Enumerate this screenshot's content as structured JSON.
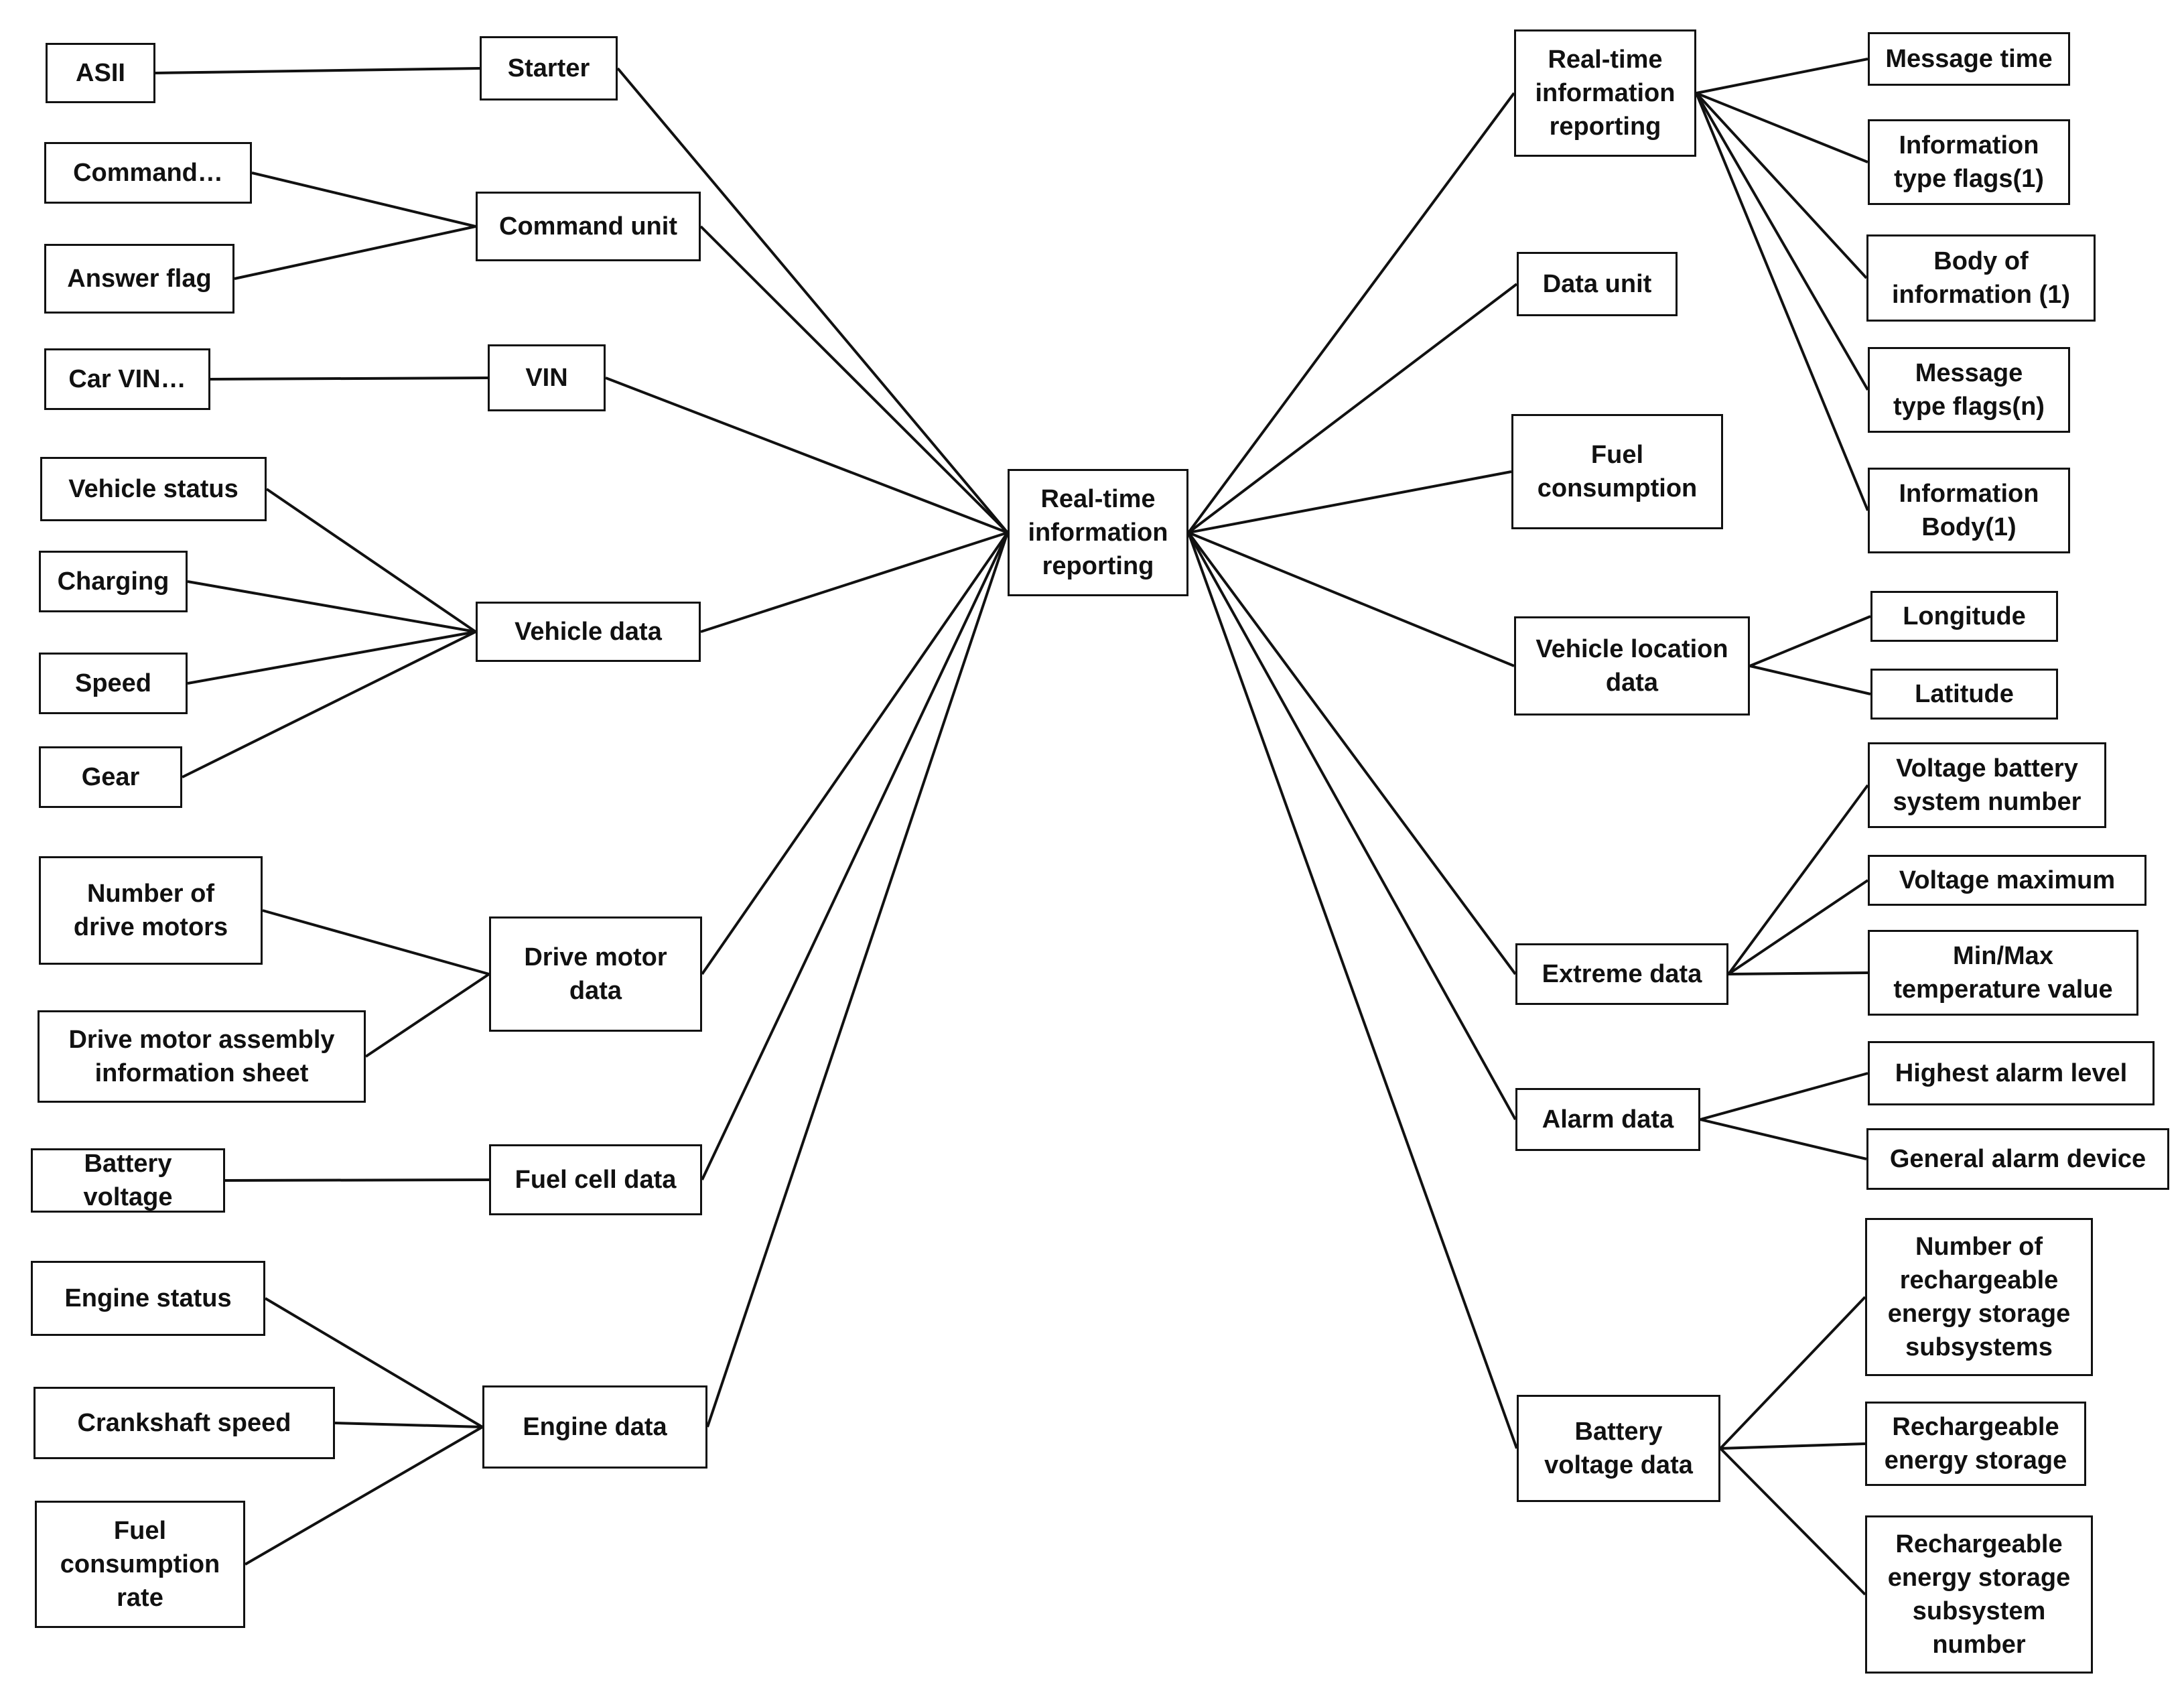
{
  "nodes": {
    "center": "Real-time\ninformation\nreporting",
    "starter": "Starter",
    "asii": "ASII",
    "command_unit": "Command unit",
    "command": "Command…",
    "answer_flag": "Answer flag",
    "vin": "VIN",
    "car_vin": "Car VIN…",
    "vehicle_data": "Vehicle data",
    "vehicle_status": "Vehicle status",
    "charging": "Charging",
    "speed": "Speed",
    "gear": "Gear",
    "drive_motor_data": "Drive motor\ndata",
    "num_drive_motors": "Number of\ndrive motors",
    "drive_motor_assembly": "Drive motor assembly\ninformation sheet",
    "fuel_cell_data": "Fuel cell data",
    "battery_voltage": "Battery voltage",
    "engine_data": "Engine data",
    "engine_status": "Engine status",
    "crankshaft_speed": "Crankshaft speed",
    "fuel_consumption_rate": "Fuel\nconsumption\nrate",
    "rt_info_reporting": "Real-time\ninformation\nreporting",
    "message_time": "Message time",
    "info_type_flags": "Information\ntype flags(1)",
    "body_of_info": "Body of\ninformation (1)",
    "message_type_flags": "Message\ntype flags(n)",
    "info_body": "Information\nBody(1)",
    "data_unit": "Data unit",
    "fuel_consumption": "Fuel\nconsumption",
    "vehicle_location": "Vehicle location\ndata",
    "longitude": "Longitude",
    "latitude": "Latitude",
    "extreme_data": "Extreme data",
    "voltage_battery_sys_num": "Voltage battery\nsystem number",
    "voltage_maximum": "Voltage maximum",
    "min_max_temp": "Min/Max\ntemperature value",
    "alarm_data": "Alarm data",
    "highest_alarm": "Highest alarm level",
    "general_alarm": "General alarm device",
    "battery_voltage_data": "Battery\nvoltage data",
    "num_ress": "Number of\nrechargeable\nenergy storage\nsubsystems",
    "ress": "Rechargeable\nenergy storage",
    "ress_num": "Rechargeable\nenergy storage\nsubsystem\nnumber"
  },
  "edges": [
    [
      "center",
      "starter"
    ],
    [
      "center",
      "command_unit"
    ],
    [
      "center",
      "vin"
    ],
    [
      "center",
      "vehicle_data"
    ],
    [
      "center",
      "drive_motor_data"
    ],
    [
      "center",
      "fuel_cell_data"
    ],
    [
      "center",
      "engine_data"
    ],
    [
      "center",
      "rt_info_reporting"
    ],
    [
      "center",
      "data_unit"
    ],
    [
      "center",
      "fuel_consumption"
    ],
    [
      "center",
      "vehicle_location"
    ],
    [
      "center",
      "extreme_data"
    ],
    [
      "center",
      "alarm_data"
    ],
    [
      "center",
      "battery_voltage_data"
    ],
    [
      "starter",
      "asii"
    ],
    [
      "command_unit",
      "command"
    ],
    [
      "command_unit",
      "answer_flag"
    ],
    [
      "vin",
      "car_vin"
    ],
    [
      "vehicle_data",
      "vehicle_status"
    ],
    [
      "vehicle_data",
      "charging"
    ],
    [
      "vehicle_data",
      "speed"
    ],
    [
      "vehicle_data",
      "gear"
    ],
    [
      "drive_motor_data",
      "num_drive_motors"
    ],
    [
      "drive_motor_data",
      "drive_motor_assembly"
    ],
    [
      "fuel_cell_data",
      "battery_voltage"
    ],
    [
      "engine_data",
      "engine_status"
    ],
    [
      "engine_data",
      "crankshaft_speed"
    ],
    [
      "engine_data",
      "fuel_consumption_rate"
    ],
    [
      "rt_info_reporting",
      "message_time"
    ],
    [
      "rt_info_reporting",
      "info_type_flags"
    ],
    [
      "rt_info_reporting",
      "body_of_info"
    ],
    [
      "rt_info_reporting",
      "message_type_flags"
    ],
    [
      "rt_info_reporting",
      "info_body"
    ],
    [
      "vehicle_location",
      "longitude"
    ],
    [
      "vehicle_location",
      "latitude"
    ],
    [
      "extreme_data",
      "voltage_battery_sys_num"
    ],
    [
      "extreme_data",
      "voltage_maximum"
    ],
    [
      "extreme_data",
      "min_max_temp"
    ],
    [
      "alarm_data",
      "highest_alarm"
    ],
    [
      "alarm_data",
      "general_alarm"
    ],
    [
      "battery_voltage_data",
      "num_ress"
    ],
    [
      "battery_voltage_data",
      "ress"
    ],
    [
      "battery_voltage_data",
      "ress_num"
    ]
  ]
}
